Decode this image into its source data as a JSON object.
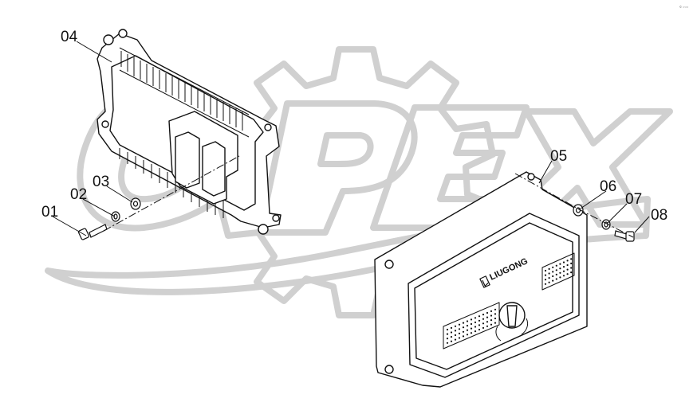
{
  "diagram": {
    "watermark": {
      "text": "OPEX",
      "color": "#d6d6d6"
    },
    "brand_label": "LIUGONG",
    "corner_mark": "© ○○○",
    "line_color": "#111111",
    "parts": [
      {
        "id": "01",
        "label": "01",
        "name": "bolt"
      },
      {
        "id": "02",
        "label": "02",
        "name": "spring-washer"
      },
      {
        "id": "03",
        "label": "03",
        "name": "flat-washer"
      },
      {
        "id": "04",
        "label": "04",
        "name": "controller-bracket"
      },
      {
        "id": "05",
        "label": "05",
        "name": "controller-unit"
      },
      {
        "id": "06",
        "label": "06",
        "name": "flat-washer"
      },
      {
        "id": "07",
        "label": "07",
        "name": "spring-washer"
      },
      {
        "id": "08",
        "label": "08",
        "name": "screw"
      }
    ]
  }
}
